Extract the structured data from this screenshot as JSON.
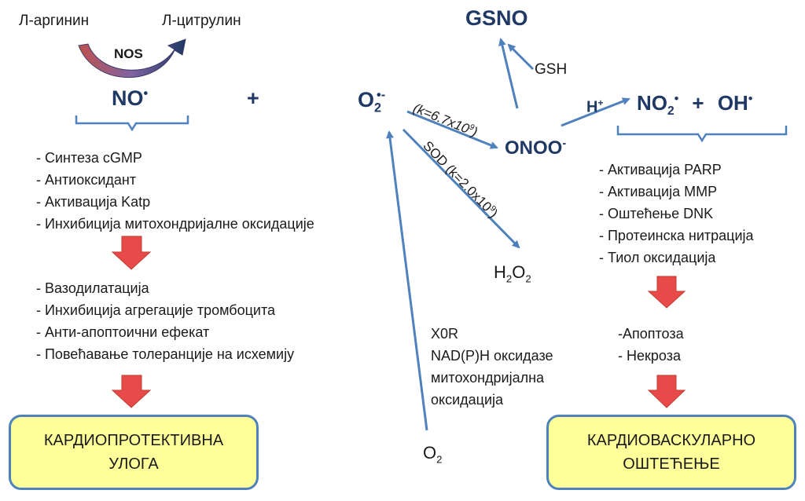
{
  "left": {
    "arginine": "Л-аргинин",
    "citrulline": "Л-цитрулин",
    "nos": "NOS",
    "no": "NO",
    "dot": "•",
    "no_effects": [
      "- Синтеза cGMP",
      "- Антиоксидант",
      "- Активација Katp",
      "- Инхибиција митохондријалне оксидације"
    ],
    "outcomes": [
      "- Вазодилатација",
      "- Инхибиција агрегације тромбоцита",
      "- Анти-апоптоични ефекат",
      "- Повећавање толеранције на исхемију"
    ],
    "box": [
      "КАРДИОПРОТЕКТИВНА",
      "УЛОГА"
    ]
  },
  "plus": "+",
  "center": {
    "superoxide": "O",
    "superoxide_sub": "2",
    "superoxide_sup": "•-",
    "k1": "(k=6.7x10",
    "k1_exp": "9",
    "k1_close": ")",
    "sod": "SOD (k=2.0x10",
    "sod_exp": "9",
    "sod_close": ")",
    "h2o2_h": "H",
    "h2o2_sub1": "2",
    "h2o2_o": "O",
    "h2o2_sub2": "2",
    "gsno": "GSNO",
    "gsh": "GSH",
    "onoo": "ONOO",
    "onoo_sup": "-",
    "sources": [
      "X0R",
      "NAD(P)H оксидазе",
      "митохондријална",
      "оксидација"
    ],
    "o2": "O",
    "o2_sub": "2"
  },
  "right": {
    "hplus": "H",
    "hplus_sup": "+",
    "no2": "NO",
    "no2_sub": "2",
    "dot": "•",
    "plus": "+",
    "oh": "OH",
    "effects": [
      "- Активација PARP",
      "- Активација MMP",
      "- Оштећење DNK",
      "- Протеинска нитрација",
      "- Тиол оксидација"
    ],
    "outcomes": [
      "-Апоптоза",
      "- Некроза"
    ],
    "box": [
      "КАРДИОВАСКУЛАРНО",
      "ОШТЕЋЕЊЕ"
    ]
  },
  "colors": {
    "arrow": "#4f81bd",
    "down_arrow": "#e84a4a",
    "box_fill": "#ffff99",
    "box_border": "#4f81bd",
    "heading": "#1f3864"
  }
}
